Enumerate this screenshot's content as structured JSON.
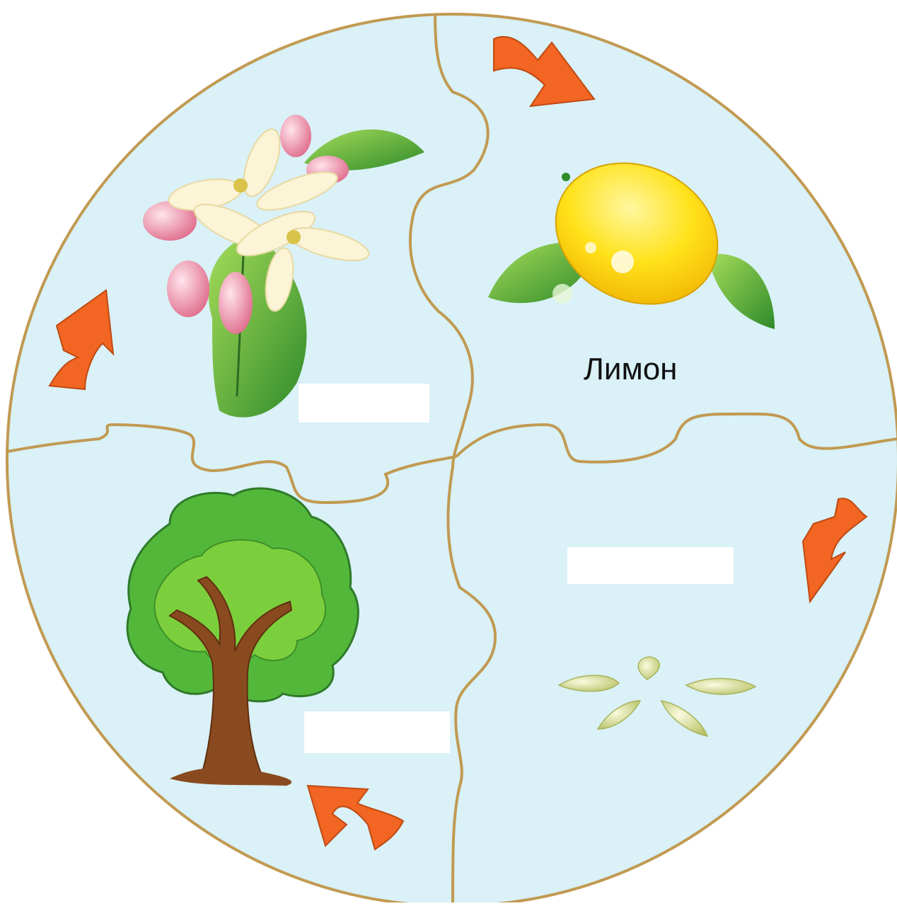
{
  "diagram": {
    "fruit_label": "Лимон",
    "stages": [
      {
        "name": "flower",
        "label": ""
      },
      {
        "name": "fruit",
        "label": "Лимон"
      },
      {
        "name": "seeds",
        "label": ""
      },
      {
        "name": "tree",
        "label": ""
      }
    ],
    "arrows": [
      "flower-to-fruit",
      "fruit-to-seeds",
      "seeds-to-tree",
      "tree-to-flower"
    ],
    "colors": {
      "background": "#d9f1f7",
      "outline": "#c19a52",
      "arrow": "#f26522",
      "label_box": "#ffffff"
    }
  }
}
